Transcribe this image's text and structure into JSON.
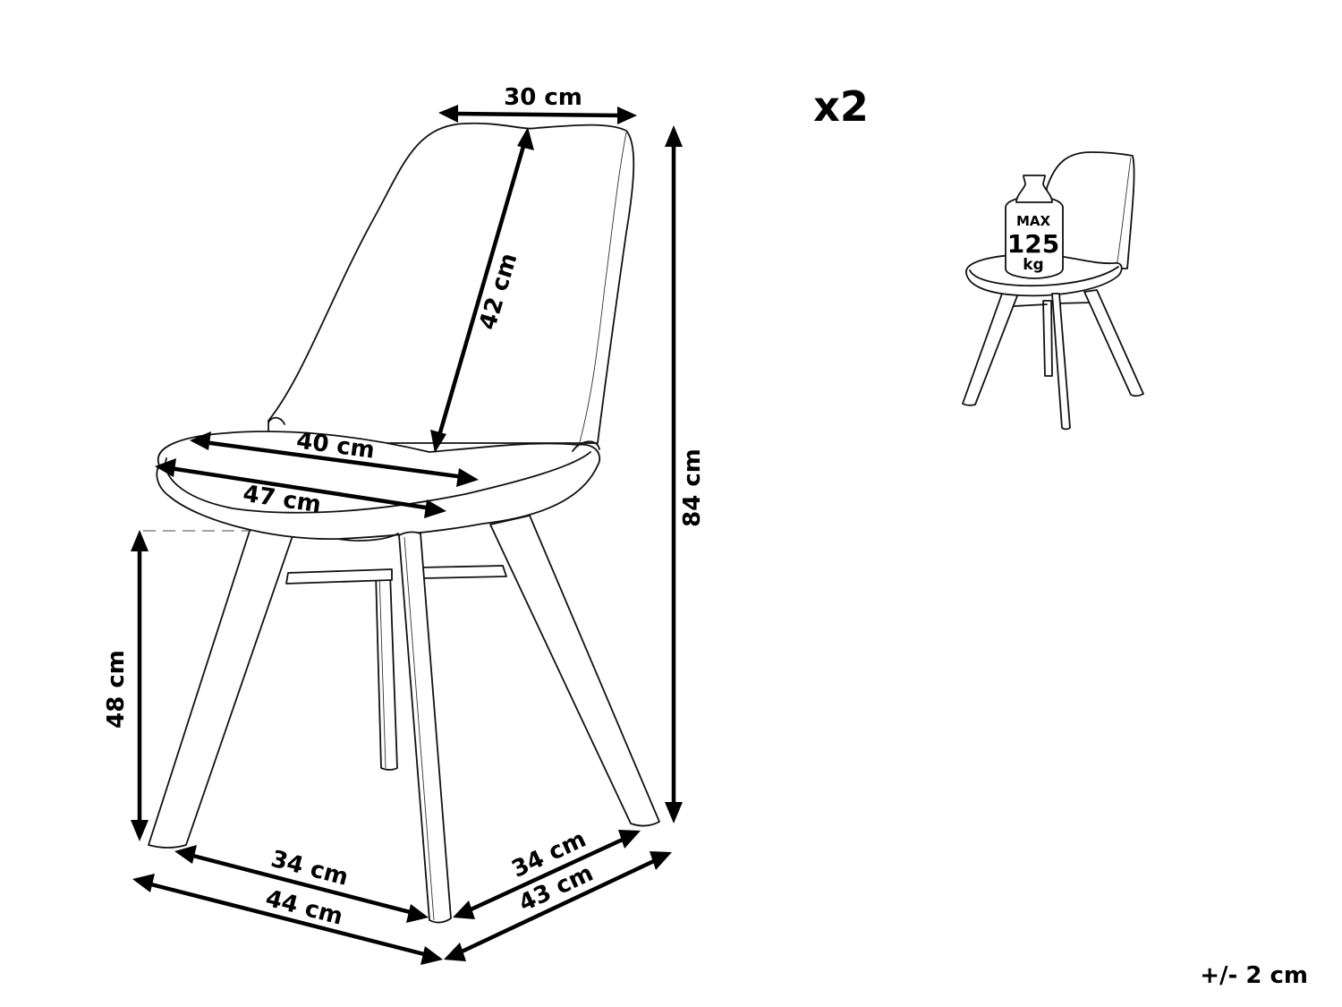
{
  "diagram": {
    "subject": "Dining chair dimension drawing",
    "quantity_label": "x2",
    "tolerance_label": "+/- 2 cm",
    "dimensions": {
      "backrest_top_width": "30 cm",
      "backrest_height": "42 cm",
      "seat_depth": "40 cm",
      "seat_width": "47 cm",
      "overall_height": "84 cm",
      "seat_height": "48 cm",
      "inner_leg_span_front": "34 cm",
      "outer_leg_span_front": "44 cm",
      "inner_leg_span_side": "34 cm",
      "outer_leg_span_side": "43 cm"
    },
    "load_icon": {
      "max_label": "MAX",
      "value": "125",
      "unit": "kg"
    },
    "colors": {
      "line": "#111111",
      "dimension_arrow": "#000000",
      "background": "#ffffff"
    }
  }
}
